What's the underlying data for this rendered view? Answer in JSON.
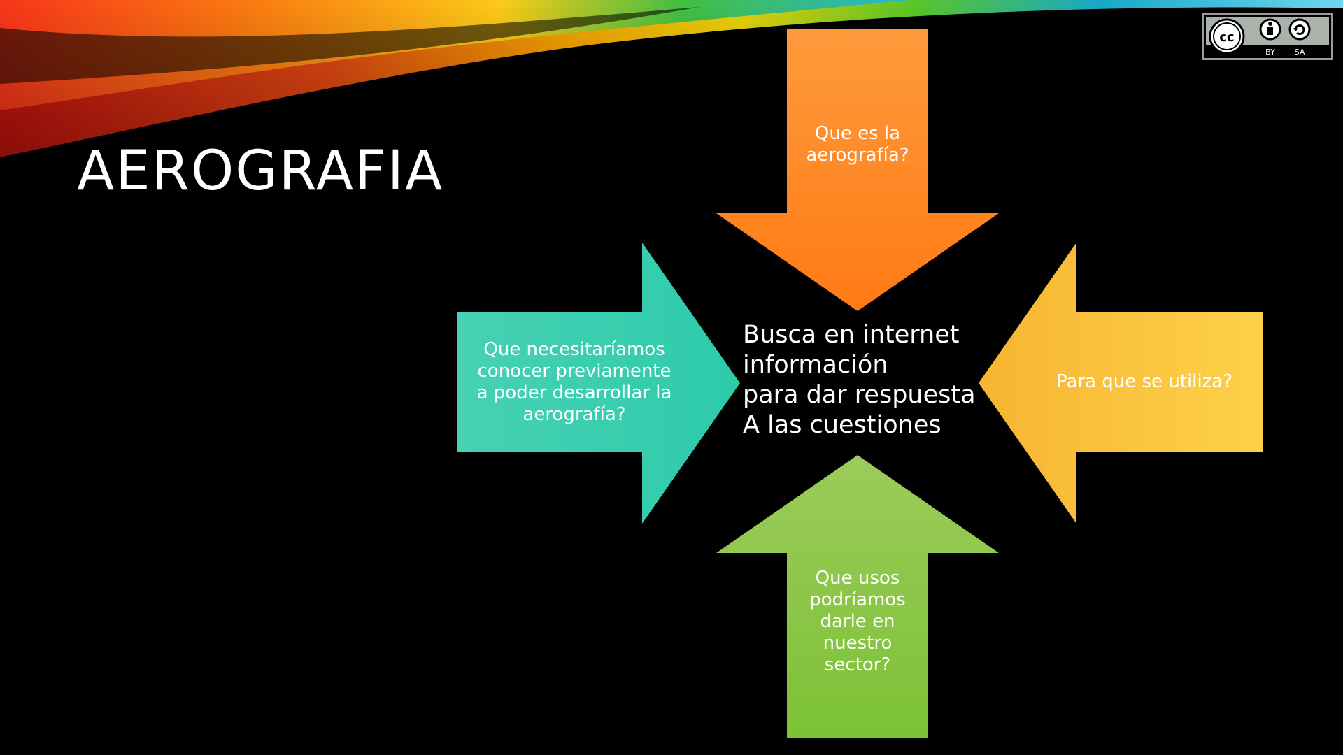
{
  "slide": {
    "title": "AEROGRAFIA"
  },
  "diagram": {
    "center": {
      "lines": [
        "Busca en internet",
        "información",
        "para dar respuesta",
        "A las cuestiones"
      ]
    },
    "arrows": {
      "top": {
        "lines": [
          "Que es la",
          "aerografía?"
        ],
        "color": "#FF8A2A"
      },
      "left": {
        "lines": [
          "Que necesitaríamos",
          "conocer previamente",
          "a poder desarrollar la",
          "aerografía?"
        ],
        "color": "#3CD0B0"
      },
      "right": {
        "lines": [
          "Para que se utiliza?"
        ],
        "color": "#F9C33D"
      },
      "bottom": {
        "lines": [
          "Que usos",
          "podríamos",
          "darle en",
          "nuestro",
          "sector?"
        ],
        "color": "#8CC63F"
      }
    }
  },
  "license": {
    "logo": "cc-icon",
    "labels": [
      "BY",
      "SA"
    ]
  }
}
